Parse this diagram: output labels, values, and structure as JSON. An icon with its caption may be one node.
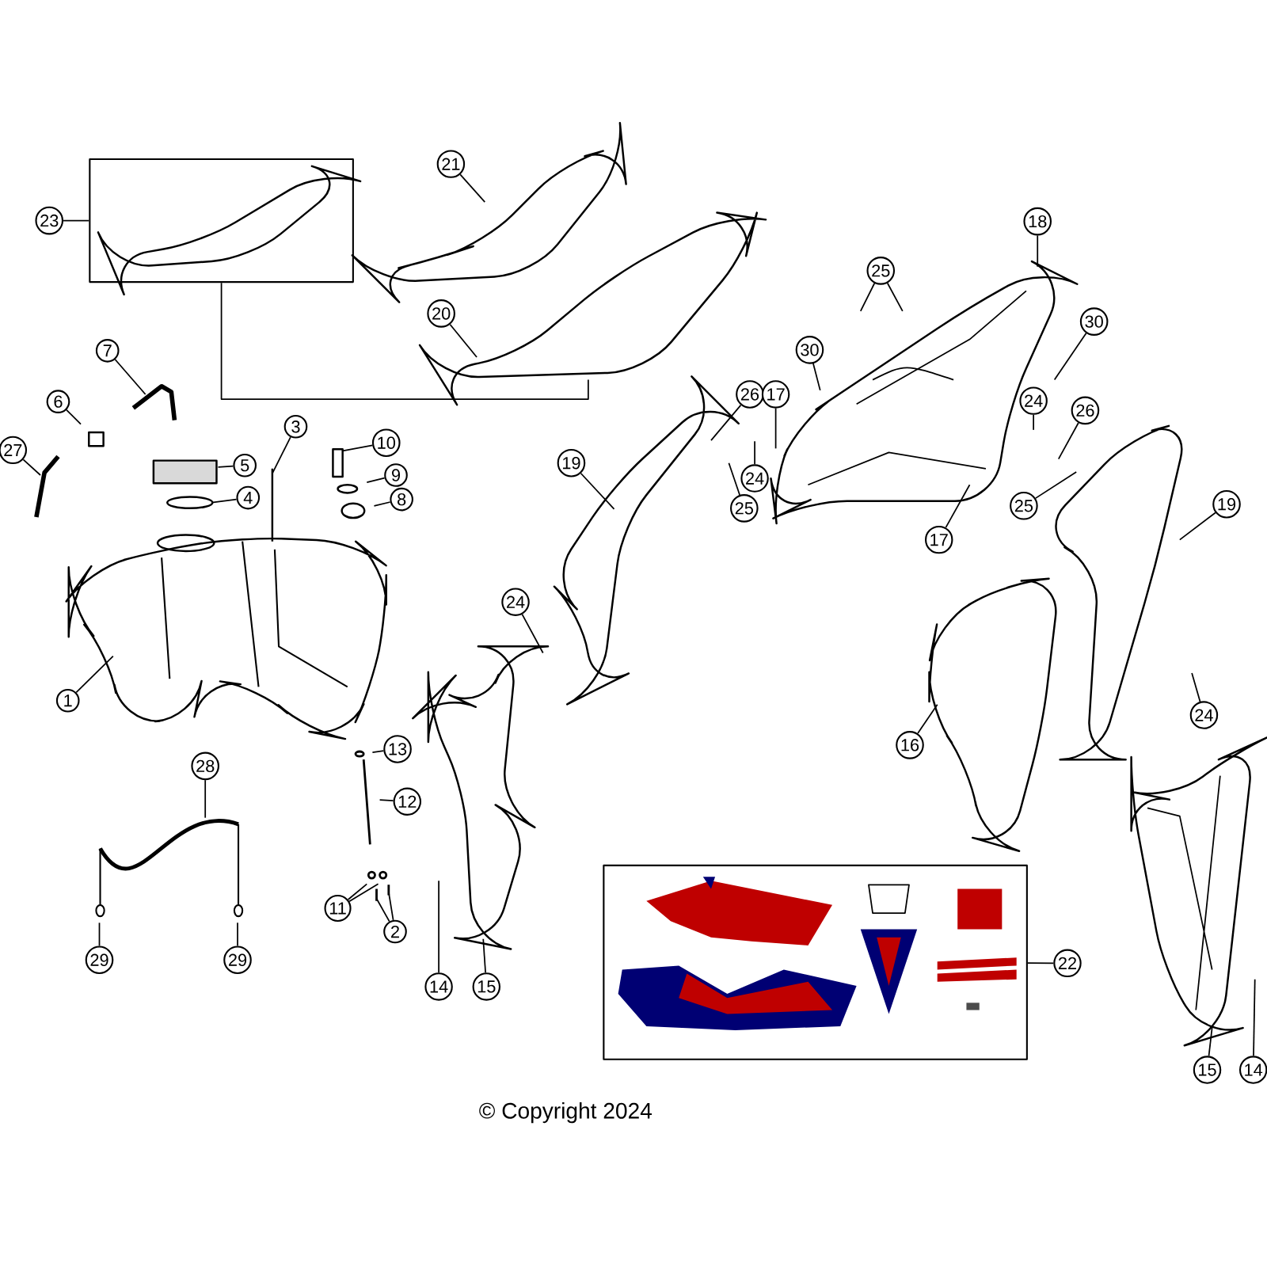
{
  "diagram": {
    "nodes": [
      {
        "text": [
          "23"
        ]
      },
      {
        "text": [],
        "shape": "box"
      },
      {
        "text": [
          "21"
        ]
      },
      {
        "text": [
          "18"
        ]
      },
      {
        "text": [
          "25"
        ]
      },
      {
        "text": [
          "20"
        ]
      },
      {
        "text": [
          "30"
        ]
      },
      {
        "text": [
          "7"
        ]
      },
      {
        "text": [
          "30"
        ]
      },
      {
        "text": [
          "26"
        ]
      },
      {
        "text": [
          "17"
        ]
      },
      {
        "text": [
          "24"
        ]
      },
      {
        "text": [
          "6"
        ]
      },
      {
        "text": [
          "26"
        ]
      },
      {
        "text": [
          "3"
        ]
      },
      {
        "text": [
          "10"
        ]
      },
      {
        "text": [
          "27"
        ]
      },
      {
        "text": [
          "19"
        ]
      },
      {
        "text": [
          "5"
        ]
      },
      {
        "text": [
          "9"
        ]
      },
      {
        "text": [
          "24"
        ]
      },
      {
        "text": [
          "4"
        ]
      },
      {
        "text": [
          "8"
        ]
      },
      {
        "text": [
          "19"
        ]
      },
      {
        "text": [
          "25"
        ]
      },
      {
        "text": [
          "25"
        ]
      },
      {
        "text": [
          "17"
        ]
      },
      {
        "text": [
          "24"
        ]
      },
      {
        "text": [
          "1"
        ]
      },
      {
        "text": [
          "24"
        ]
      },
      {
        "text": [
          "16"
        ]
      },
      {
        "text": [
          "13"
        ]
      },
      {
        "text": [
          "28"
        ]
      },
      {
        "text": [
          "12"
        ]
      },
      {
        "text": [],
        "shape": "box"
      },
      {
        "text": [
          "11"
        ]
      },
      {
        "text": [
          "2"
        ]
      },
      {
        "text": [
          "29"
        ]
      },
      {
        "text": [
          "29"
        ]
      },
      {
        "text": [
          "22"
        ]
      },
      {
        "text": [
          "14"
        ]
      },
      {
        "text": [
          "15"
        ]
      },
      {
        "text": [
          "15"
        ]
      },
      {
        "text": [
          "14"
        ]
      }
    ],
    "edges": [
      {
        "from": 0,
        "to": 1,
        "arrow": "none"
      },
      {
        "from": 1,
        "to": null,
        "arrow": "none"
      },
      {
        "from": 2,
        "to": null,
        "arrow": "none"
      },
      {
        "from": 3,
        "to": null,
        "arrow": "none"
      },
      {
        "from": 4,
        "to": null,
        "arrow": "none"
      },
      {
        "from": 4,
        "to": null,
        "arrow": "none"
      },
      {
        "from": 5,
        "to": null,
        "arrow": "none"
      },
      {
        "from": 6,
        "to": null,
        "arrow": "none"
      },
      {
        "from": 7,
        "to": null,
        "arrow": "none"
      },
      {
        "from": 8,
        "to": null,
        "arrow": "none"
      },
      {
        "from": 9,
        "to": null,
        "arrow": "none"
      },
      {
        "from": 10,
        "to": null,
        "arrow": "none"
      },
      {
        "from": 11,
        "to": null,
        "arrow": "none"
      },
      {
        "from": 12,
        "to": null,
        "arrow": "none"
      },
      {
        "from": 13,
        "to": null,
        "arrow": "none"
      },
      {
        "from": 14,
        "to": null,
        "arrow": "none"
      },
      {
        "from": 15,
        "to": null,
        "arrow": "none"
      },
      {
        "from": 16,
        "to": null,
        "arrow": "none"
      },
      {
        "from": 17,
        "to": null,
        "arrow": "none"
      },
      {
        "from": 18,
        "to": null,
        "arrow": "none"
      },
      {
        "from": 19,
        "to": null,
        "arrow": "none"
      },
      {
        "from": 20,
        "to": null,
        "arrow": "none"
      },
      {
        "from": 21,
        "to": null,
        "arrow": "none"
      },
      {
        "from": 22,
        "to": null,
        "arrow": "none"
      },
      {
        "from": 23,
        "to": null,
        "arrow": "none"
      },
      {
        "from": 24,
        "to": null,
        "arrow": "none"
      },
      {
        "from": 25,
        "to": null,
        "arrow": "none"
      },
      {
        "from": 26,
        "to": null,
        "arrow": "none"
      },
      {
        "from": 27,
        "to": null,
        "arrow": "none"
      },
      {
        "from": 28,
        "to": null,
        "arrow": "none"
      },
      {
        "from": 29,
        "to": null,
        "arrow": "none"
      },
      {
        "from": 30,
        "to": null,
        "arrow": "none"
      },
      {
        "from": 31,
        "to": null,
        "arrow": "none"
      },
      {
        "from": 32,
        "to": null,
        "arrow": "none"
      },
      {
        "from": 33,
        "to": null,
        "arrow": "none"
      },
      {
        "from": 35,
        "to": null,
        "arrow": "none"
      },
      {
        "from": 35,
        "to": null,
        "arrow": "none"
      },
      {
        "from": 36,
        "to": null,
        "arrow": "none"
      },
      {
        "from": 36,
        "to": null,
        "arrow": "none"
      },
      {
        "from": 37,
        "to": null,
        "arrow": "none"
      },
      {
        "from": 38,
        "to": null,
        "arrow": "none"
      },
      {
        "from": 39,
        "to": 34,
        "arrow": "none"
      },
      {
        "from": 40,
        "to": null,
        "arrow": "none"
      },
      {
        "from": 41,
        "to": null,
        "arrow": "none"
      },
      {
        "from": 42,
        "to": null,
        "arrow": "none"
      },
      {
        "from": 43,
        "to": null,
        "arrow": "none"
      }
    ],
    "labels": [
      "© Copyright 2024"
    ]
  }
}
